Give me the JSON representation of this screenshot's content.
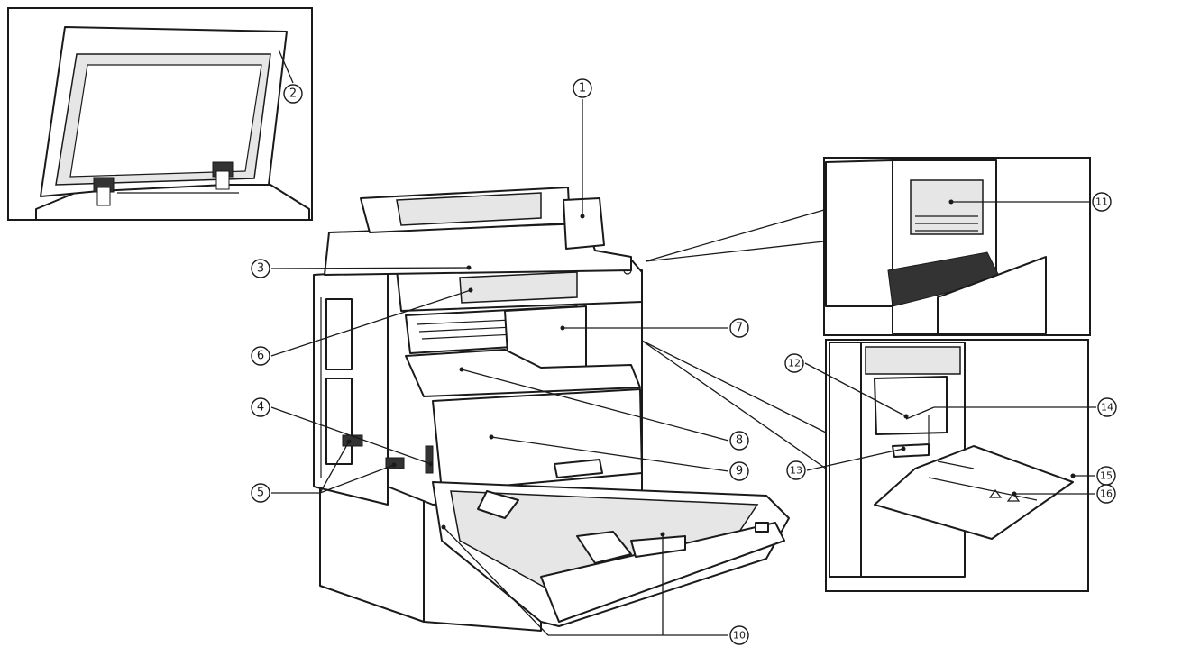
{
  "callouts": [
    {
      "label": "1"
    },
    {
      "label": "2"
    },
    {
      "label": "3"
    },
    {
      "label": "4"
    },
    {
      "label": "5"
    },
    {
      "label": "6"
    },
    {
      "label": "7"
    },
    {
      "label": "8"
    },
    {
      "label": "9"
    },
    {
      "label": "10"
    },
    {
      "label": "11"
    },
    {
      "label": "12"
    },
    {
      "label": "13"
    },
    {
      "label": "14"
    },
    {
      "label": "15"
    },
    {
      "label": "16"
    }
  ],
  "colors": {
    "line": "#1a1a1a",
    "fill": "#ffffff",
    "shade": "#e6e6e6"
  }
}
